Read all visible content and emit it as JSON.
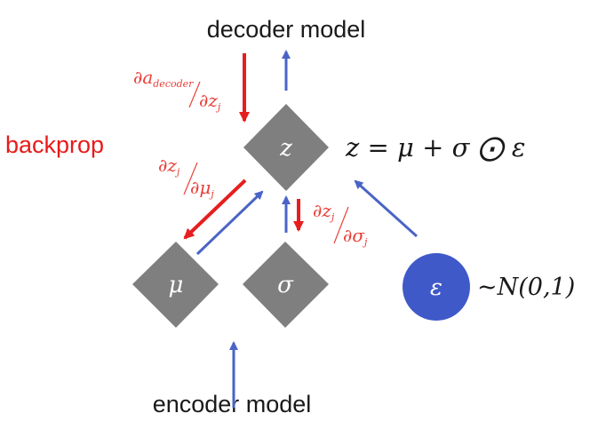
{
  "labels": {
    "decoder_model": "decoder model",
    "encoder_model": "encoder model",
    "backprop": "backprop"
  },
  "nodes": {
    "z": "z",
    "mu": "μ",
    "sigma": "σ",
    "epsilon": "ε"
  },
  "equations": {
    "reparam": "z = μ + σ ⨀ ε",
    "epsilon_dist": "~N(0,1)"
  },
  "gradients": {
    "da_dz_num": "∂a",
    "da_dz_num_sub": "decoder",
    "da_dz_den": "∂z",
    "da_dz_den_sub": "j",
    "dz_dmu_num": "∂z",
    "dz_dmu_num_sub": "j",
    "dz_dmu_den": "∂μ",
    "dz_dmu_den_sub": "j",
    "dz_dsigma_num": "∂z",
    "dz_dsigma_num_sub": "j",
    "dz_dsigma_den": "∂σ",
    "dz_dsigma_den_sub": "j"
  },
  "colors": {
    "diamond_fill": "#7f7f7f",
    "epsilon_fill": "#3f59c8",
    "forward_arrow": "#4a64c6",
    "backward_arrow": "#e61e1e",
    "gradient_text": "#e8403a",
    "backprop_text": "#e81a1a",
    "text": "#1a1a1a",
    "node_text": "#ffffff"
  }
}
